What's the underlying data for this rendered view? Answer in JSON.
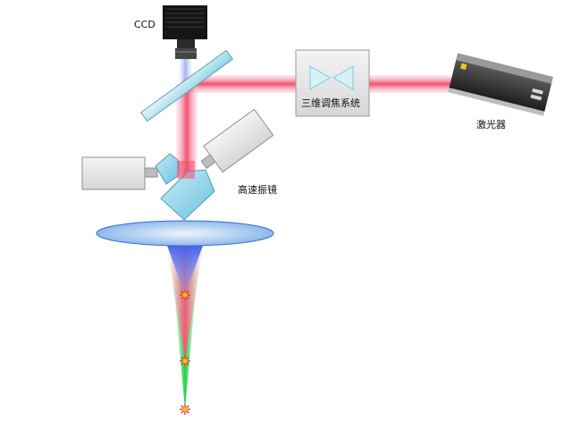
{
  "labels": {
    "ccd": "CCD",
    "focus_system": "三维调焦系统",
    "laser": "激光器",
    "galvo": "高速振镜"
  },
  "colors": {
    "laser_beam": "#f0506e",
    "ccd_light": "#9bb6f2",
    "lens": "#9ec4ef",
    "focus_blue": "#3f5ef0",
    "focus_green": "#22d34a",
    "spark": "#e8432a"
  }
}
